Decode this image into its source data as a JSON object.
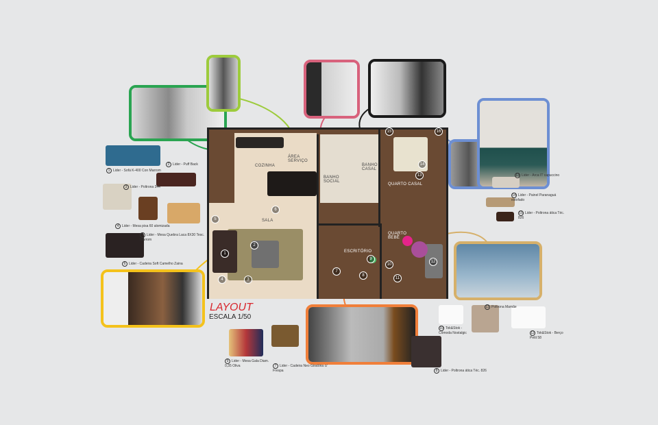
{
  "title": {
    "main": "LAYOUT",
    "scale": "ESCALA 1/50"
  },
  "rooms": {
    "kitchen": "COZINHA",
    "service": "ÁREA SERVIÇO",
    "bath_social": "BANHO SOCIAL",
    "bath_couple": "BANHO CASAL",
    "bedroom": "QUARTO CASAL",
    "living": "SALA",
    "office": "ESCRITÓRIO",
    "baby": "QUARTO BEBÊ"
  },
  "markers": [
    "1",
    "2",
    "3",
    "4",
    "5",
    "6",
    "7",
    "8",
    "9",
    "10",
    "11",
    "12",
    "13",
    "14",
    "15",
    "16"
  ],
  "items": [
    {
      "n": "1",
      "text": "Lider - Sofá K-400 Con Marrom"
    },
    {
      "n": "2",
      "text": "Lider - Puff Back"
    },
    {
      "n": "3",
      "text": "Lider - Poltrona 344"
    },
    {
      "n": "4",
      "text": "Lider - Mesa pisa 60 alomizada"
    },
    {
      "n": "5",
      "text": "Lider - Mesa Quebra Laca 8X30 Tesc. Marrom"
    },
    {
      "n": "6",
      "text": "Lider - Cadeira Soft Camelho Zaina"
    },
    {
      "n": "9",
      "text": "Lider - Mesa Gala Diam. 0,35 Oliva"
    },
    {
      "n": "7",
      "text": "Lider - Cadeira Neo Giratória c/ Frespa"
    },
    {
      "n": "8",
      "text": "Lider - Poltrona ática Téc. 826"
    },
    {
      "n": "10",
      "text": "Tok&Stok - Cômoda Nostalgic"
    },
    {
      "n": "11",
      "text": "Poltrona Mamãe"
    },
    {
      "n": "12",
      "text": "Tok&Stok - Berço Petit 58"
    },
    {
      "n": "13",
      "text": "Lider - Arca IT capuccino"
    },
    {
      "n": "14",
      "text": "Lider - Painel Paranaguá estofado"
    },
    {
      "n": "15",
      "text": "Lider - Poltrona ática Téc. 826"
    }
  ],
  "colors": {
    "kitchen": "#2aa451",
    "service": "#9dcb3c",
    "bath_social": "#d8627c",
    "bath_couple": "#1a1a1a",
    "bedroom": "#6d8fd3",
    "living": "#f4c21c",
    "office": "#f07f3a",
    "baby": "#d6b06a",
    "title_red": "#d8262d"
  }
}
